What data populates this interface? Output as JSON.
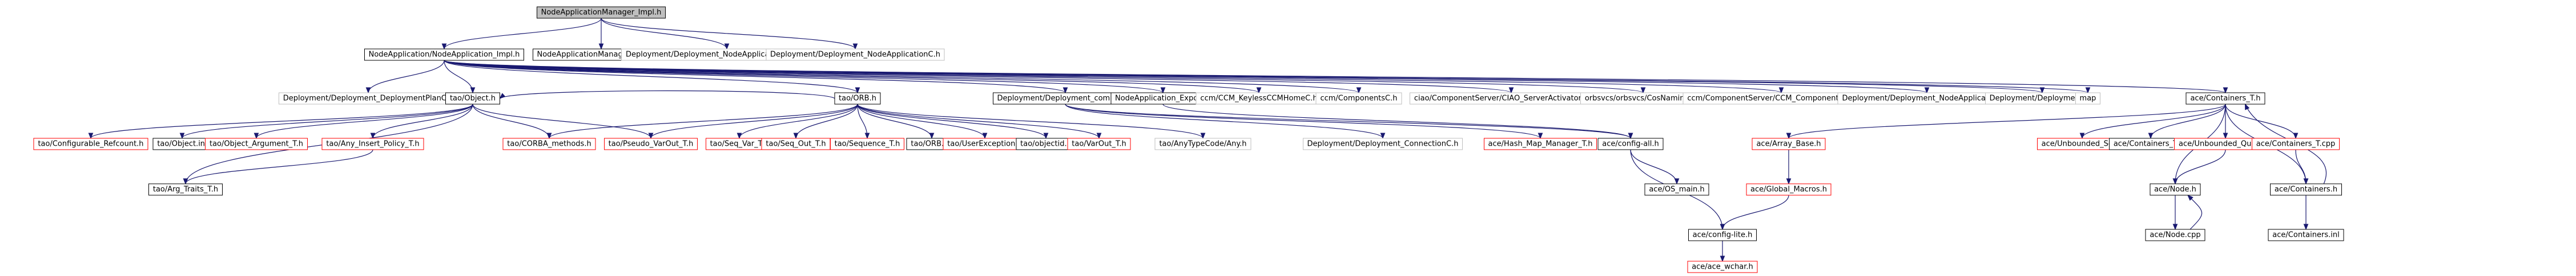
{
  "colors": {
    "root_fill": "#bfbfbf",
    "root_border": "#000000",
    "documented_border": "#000000",
    "undocumented_border": "#ff0000",
    "external_border": "#bfbfbf",
    "edge": "#191970",
    "background": "#ffffff"
  },
  "nodes": [
    {
      "id": "n0",
      "label": "NodeApplicationManager_Impl.h",
      "kind": "root"
    },
    {
      "id": "n1",
      "label": "NodeApplication/NodeApplication_Impl.h",
      "kind": "documented"
    },
    {
      "id": "n2",
      "label": "NodeApplicationManager_Export.h",
      "kind": "documented"
    },
    {
      "id": "n3",
      "label": "Deployment/Deployment_NodeApplicationManagerS.h",
      "kind": "external"
    },
    {
      "id": "n4",
      "label": "Deployment/Deployment_NodeApplicationC.h",
      "kind": "external"
    },
    {
      "id": "n5",
      "label": "Deployment/Deployment_DeploymentPlanC.h",
      "kind": "external"
    },
    {
      "id": "n6",
      "label": "tao/Object.h",
      "kind": "documented"
    },
    {
      "id": "n7",
      "label": "tao/ORB.h",
      "kind": "documented"
    },
    {
      "id": "n8",
      "label": "Deployment/Deployment_common.h",
      "kind": "documented"
    },
    {
      "id": "n9",
      "label": "NodeApplication_Export.h",
      "kind": "documented"
    },
    {
      "id": "n10",
      "label": "ccm/CCM_KeylessCCMHomeC.h",
      "kind": "external"
    },
    {
      "id": "n11",
      "label": "ccm/ComponentsC.h",
      "kind": "external"
    },
    {
      "id": "n12",
      "label": "ciao/ComponentServer/CIAO_ServerActivator_Impl.h",
      "kind": "external"
    },
    {
      "id": "n13",
      "label": "orbsvcs/orbsvcs/CosNamingC.h",
      "kind": "external"
    },
    {
      "id": "n14",
      "label": "ccm/ComponentServer/CCM_ComponentServerC.h",
      "kind": "external"
    },
    {
      "id": "n15",
      "label": "Deployment/Deployment_NodeApplicationS.h",
      "kind": "external"
    },
    {
      "id": "n16",
      "label": "Deployment/DeploymentC.h",
      "kind": "external"
    },
    {
      "id": "n17",
      "label": "map",
      "kind": "external"
    },
    {
      "id": "n18",
      "label": "ace/Containers_T.h",
      "kind": "documented"
    },
    {
      "id": "n19",
      "label": "tao/Configurable_Refcount.h",
      "kind": "undocumented"
    },
    {
      "id": "n20",
      "label": "tao/Object.inl",
      "kind": "documented"
    },
    {
      "id": "n21",
      "label": "tao/Object_Argument_T.h",
      "kind": "undocumented"
    },
    {
      "id": "n22",
      "label": "tao/Any_Insert_Policy_T.h",
      "kind": "undocumented"
    },
    {
      "id": "n23",
      "label": "tao/CORBA_methods.h",
      "kind": "undocumented"
    },
    {
      "id": "n24",
      "label": "tao/Pseudo_VarOut_T.h",
      "kind": "undocumented"
    },
    {
      "id": "n25",
      "label": "tao/Seq_Var_T.h",
      "kind": "undocumented"
    },
    {
      "id": "n26",
      "label": "tao/Seq_Out_T.h",
      "kind": "undocumented"
    },
    {
      "id": "n27",
      "label": "tao/Sequence_T.h",
      "kind": "undocumented"
    },
    {
      "id": "n28",
      "label": "tao/ORB.inl",
      "kind": "documented"
    },
    {
      "id": "n29",
      "label": "tao/UserException.h",
      "kind": "undocumented"
    },
    {
      "id": "n30",
      "label": "tao/objectid.h",
      "kind": "documented"
    },
    {
      "id": "n31",
      "label": "tao/VarOut_T.h",
      "kind": "undocumented"
    },
    {
      "id": "n32",
      "label": "tao/AnyTypeCode/Any.h",
      "kind": "external"
    },
    {
      "id": "n33",
      "label": "Deployment/Deployment_ConnectionC.h",
      "kind": "external"
    },
    {
      "id": "n34",
      "label": "ace/Hash_Map_Manager_T.h",
      "kind": "undocumented"
    },
    {
      "id": "n35",
      "label": "ace/config-all.h",
      "kind": "documented"
    },
    {
      "id": "n36",
      "label": "ace/Array_Base.h",
      "kind": "undocumented"
    },
    {
      "id": "n37",
      "label": "ace/Unbounded_Set.h",
      "kind": "undocumented"
    },
    {
      "id": "n38",
      "label": "ace/Containers_T.inl",
      "kind": "documented"
    },
    {
      "id": "n39",
      "label": "ace/Unbounded_Queue.h",
      "kind": "undocumented"
    },
    {
      "id": "n40",
      "label": "ace/Containers_T.cpp",
      "kind": "undocumented"
    },
    {
      "id": "n41",
      "label": "tao/Arg_Traits_T.h",
      "kind": "documented"
    },
    {
      "id": "n42",
      "label": "ace/OS_main.h",
      "kind": "documented"
    },
    {
      "id": "n43",
      "label": "ace/Global_Macros.h",
      "kind": "undocumented"
    },
    {
      "id": "n44",
      "label": "ace/config-lite.h",
      "kind": "documented"
    },
    {
      "id": "n45",
      "label": "ace/ace_wchar.h",
      "kind": "undocumented"
    },
    {
      "id": "n46",
      "label": "ace/Node.h",
      "kind": "documented"
    },
    {
      "id": "n47",
      "label": "ace/Containers.h",
      "kind": "documented"
    },
    {
      "id": "n48",
      "label": "ace/Node.cpp",
      "kind": "documented"
    },
    {
      "id": "n49",
      "label": "ace/Containers.inl",
      "kind": "documented"
    }
  ],
  "edges": [
    [
      "n0",
      "n1"
    ],
    [
      "n0",
      "n2"
    ],
    [
      "n0",
      "n3"
    ],
    [
      "n0",
      "n4"
    ],
    [
      "n1",
      "n5"
    ],
    [
      "n1",
      "n6"
    ],
    [
      "n1",
      "n7"
    ],
    [
      "n1",
      "n8"
    ],
    [
      "n1",
      "n9"
    ],
    [
      "n1",
      "n10"
    ],
    [
      "n1",
      "n11"
    ],
    [
      "n1",
      "n12"
    ],
    [
      "n1",
      "n13"
    ],
    [
      "n1",
      "n14"
    ],
    [
      "n1",
      "n15"
    ],
    [
      "n1",
      "n16"
    ],
    [
      "n1",
      "n17"
    ],
    [
      "n1",
      "n18"
    ],
    [
      "n6",
      "n19"
    ],
    [
      "n6",
      "n20"
    ],
    [
      "n6",
      "n21"
    ],
    [
      "n6",
      "n22"
    ],
    [
      "n6",
      "n23"
    ],
    [
      "n6",
      "n24"
    ],
    [
      "n6",
      "n41"
    ],
    [
      "n22",
      "n41"
    ],
    [
      "n7",
      "n6"
    ],
    [
      "n7",
      "n23"
    ],
    [
      "n7",
      "n24"
    ],
    [
      "n7",
      "n25"
    ],
    [
      "n7",
      "n26"
    ],
    [
      "n7",
      "n27"
    ],
    [
      "n7",
      "n28"
    ],
    [
      "n7",
      "n29"
    ],
    [
      "n7",
      "n30"
    ],
    [
      "n7",
      "n31"
    ],
    [
      "n7",
      "n32"
    ],
    [
      "n8",
      "n33"
    ],
    [
      "n8",
      "n34"
    ],
    [
      "n8",
      "n35"
    ],
    [
      "n9",
      "n35"
    ],
    [
      "n35",
      "n42"
    ],
    [
      "n35",
      "n44"
    ],
    [
      "n36",
      "n43"
    ],
    [
      "n43",
      "n44"
    ],
    [
      "n44",
      "n45"
    ],
    [
      "n18",
      "n36"
    ],
    [
      "n18",
      "n37"
    ],
    [
      "n18",
      "n38"
    ],
    [
      "n18",
      "n39"
    ],
    [
      "n18",
      "n40"
    ],
    [
      "n18",
      "n46"
    ],
    [
      "n18",
      "n47"
    ],
    [
      "n39",
      "n46"
    ],
    [
      "n40",
      "n47"
    ],
    [
      "n46",
      "n48"
    ],
    [
      "n48",
      "n46"
    ],
    [
      "n47",
      "n18"
    ],
    [
      "n47",
      "n49"
    ]
  ]
}
